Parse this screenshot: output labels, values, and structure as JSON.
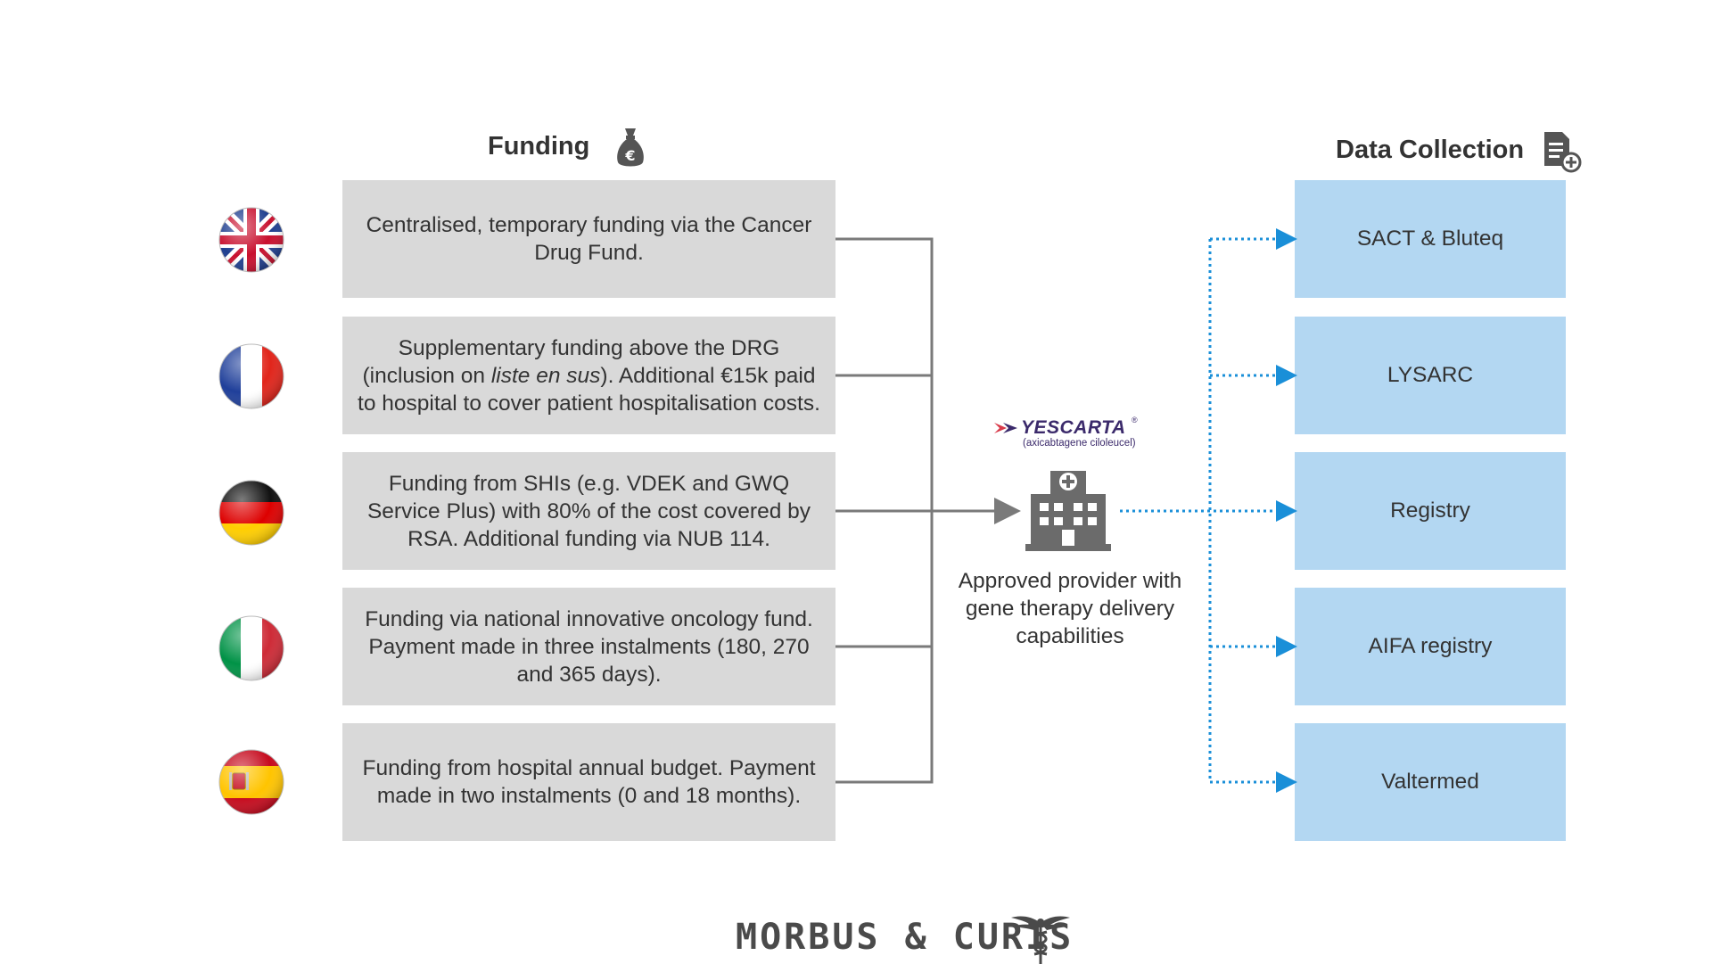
{
  "headers": {
    "funding": "Funding",
    "data_collection": "Data Collection"
  },
  "funding_rows": [
    {
      "country": "United Kingdom",
      "flag_icon": "uk-flag-icon",
      "text_parts": [
        {
          "t": "Centralised, temporary funding via the Cancer Drug Fund.",
          "i": false
        }
      ]
    },
    {
      "country": "France",
      "flag_icon": "france-flag-icon",
      "text_parts": [
        {
          "t": "Supplementary funding above the DRG (inclusion on ",
          "i": false
        },
        {
          "t": "liste en sus",
          "i": true
        },
        {
          "t": "). Additional €15k paid to hospital to cover patient hospitalisation costs.",
          "i": false
        }
      ]
    },
    {
      "country": "Germany",
      "flag_icon": "germany-flag-icon",
      "text_parts": [
        {
          "t": "Funding from SHIs (e.g. VDEK and GWQ Service Plus) with 80% of the cost covered by RSA. Additional funding via NUB 114.",
          "i": false
        }
      ]
    },
    {
      "country": "Italy",
      "flag_icon": "italy-flag-icon",
      "text_parts": [
        {
          "t": "Funding via national innovative oncology fund. Payment made in three instalments (180, 270 and 365 days).",
          "i": false
        }
      ]
    },
    {
      "country": "Spain",
      "flag_icon": "spain-flag-icon",
      "text_parts": [
        {
          "t": "Funding from hospital annual budget. Payment made in two instalments (0 and 18 months).",
          "i": false
        }
      ]
    }
  ],
  "data_collection": [
    "SACT & Bluteq",
    "LYSARC",
    "Registry",
    "AIFA registry",
    "Valtermed"
  ],
  "center": {
    "brand": "YESCARTA",
    "brand_mark": "®",
    "brand_sub": "(axicabtagene ciloleucel)",
    "provider_label": "Approved provider with gene therapy delivery capabilities"
  },
  "footer": {
    "logo_text": "MORBUS & CURIS"
  },
  "colors": {
    "funding_box": "#d9d9d9",
    "data_box": "#b3d7f2",
    "connector": "#7a7a7a",
    "dotted_arrow": "#1a8fd8",
    "brand": "#3b2a6b",
    "brand_accent": "#d83a4a"
  },
  "icons": {
    "funding": "money-bag-icon",
    "data_collection": "document-add-icon",
    "hospital": "hospital-icon",
    "logo": "caduceus-icon"
  }
}
